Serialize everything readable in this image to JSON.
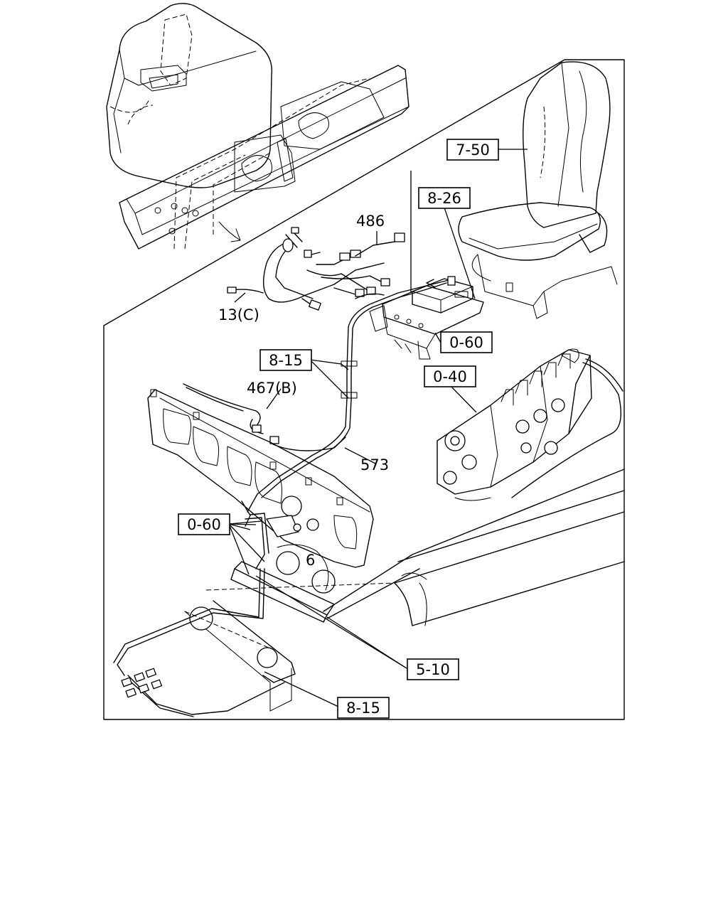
{
  "labels": {
    "seat_ref": "7-50",
    "controller_ref": "8-26",
    "controller_bolt_ref": "0-60",
    "pump_ref": "0-40",
    "clip_ref_upper": "8-15",
    "clip_ref_lower": "8-15",
    "bracket_bolt_ref": "0-60",
    "frame_bolt_ref": "5-10",
    "harness_13c": "13(C)",
    "harness_486": "486",
    "harness_467b": "467(B)",
    "harness_573": "573",
    "plate_6": "6"
  }
}
